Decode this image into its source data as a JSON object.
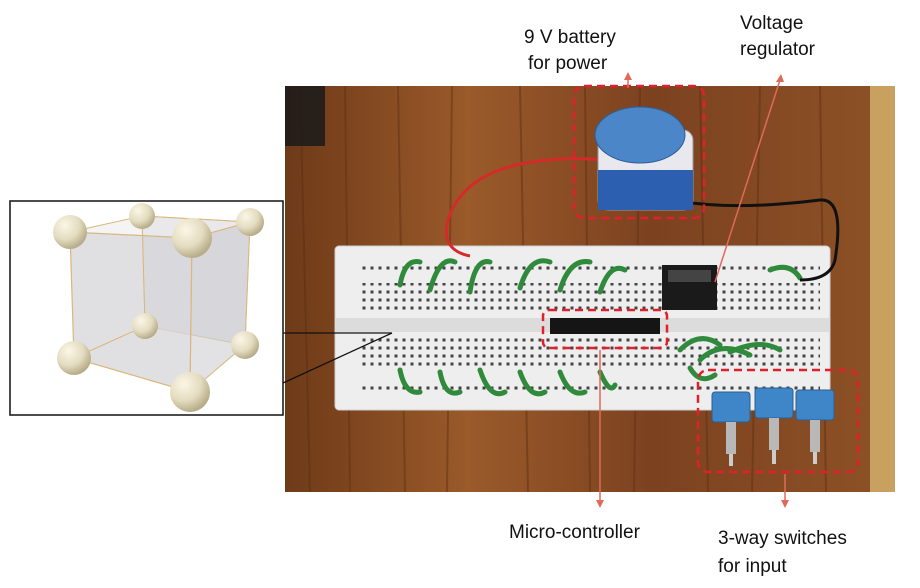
{
  "labels": {
    "battery_line1": "9 V battery",
    "battery_line2": "for power",
    "regulator_line1": "Voltage",
    "regulator_line2": "regulator",
    "microcontroller": "Micro-controller",
    "switches_line1": "3-way switches",
    "switches_line2": "for input"
  },
  "colors": {
    "highlight_box": "#e0202a",
    "pointer_line": "#e06a5a",
    "wood": "#8a4a1f",
    "breadboard": "#ececec",
    "wire_green": "#2f8a3c",
    "switch_blue": "#3e86c8",
    "battery_blue": "#4a86c8"
  },
  "icons": [
    "cube-model-icon",
    "battery-icon",
    "voltage-regulator-icon",
    "microcontroller-chip-icon",
    "toggle-switch-icon"
  ]
}
